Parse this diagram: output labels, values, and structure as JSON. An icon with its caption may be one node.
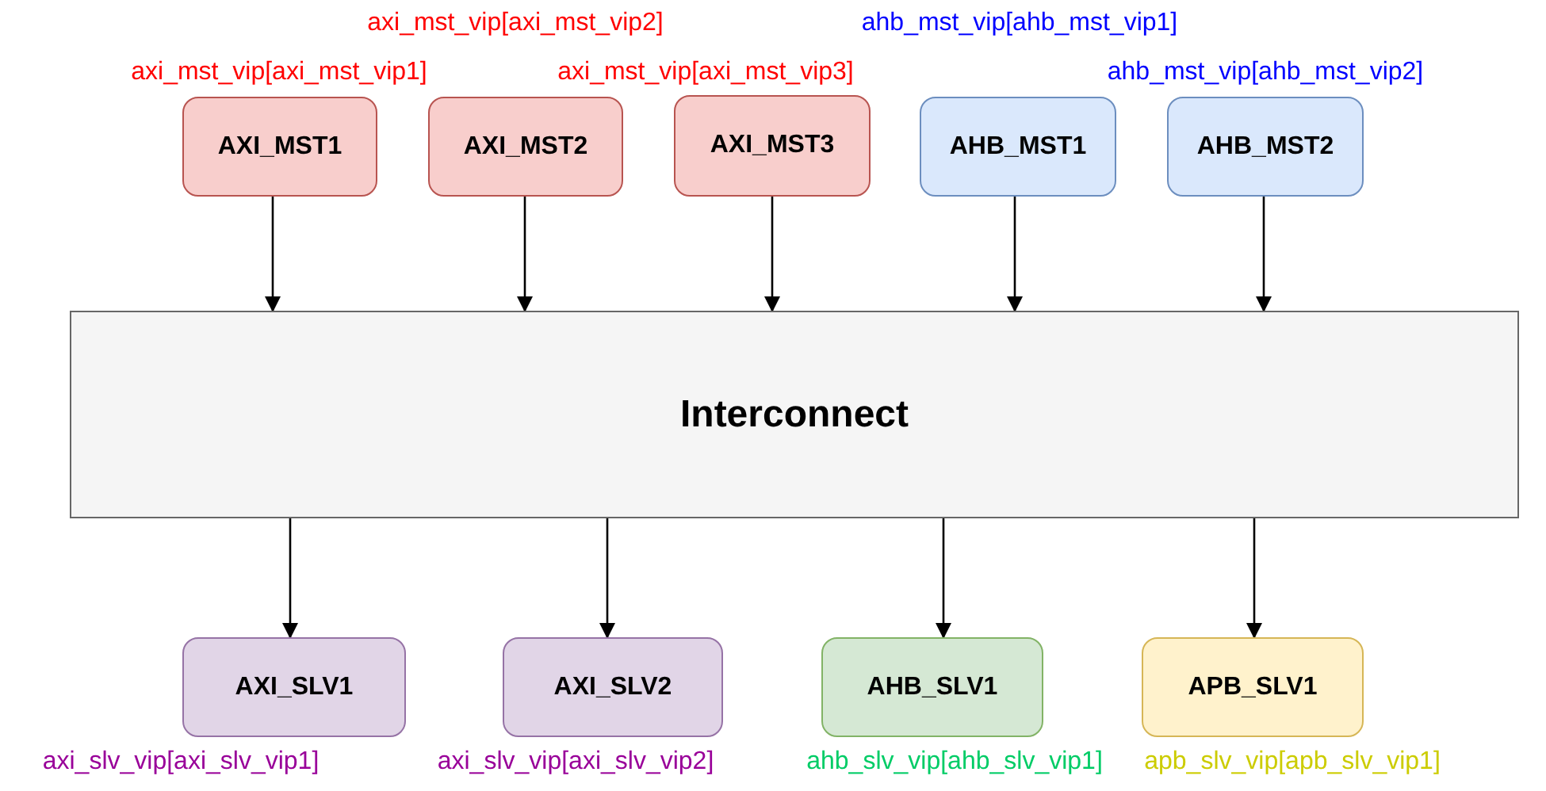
{
  "diagram": {
    "nodes": [
      {
        "text": [
          "AXI_MST1"
        ],
        "beside": [
          "axi_mst_vip[axi_mst_vip1]"
        ]
      },
      {
        "text": [
          "AXI_MST2"
        ],
        "beside": [
          "axi_mst_vip[axi_mst_vip2]"
        ]
      },
      {
        "text": [
          "AXI_MST3"
        ],
        "beside": [
          "axi_mst_vip[axi_mst_vip3]"
        ]
      },
      {
        "text": [
          "AHB_MST1"
        ],
        "beside": [
          "ahb_mst_vip[ahb_mst_vip1]"
        ]
      },
      {
        "text": [
          "AHB_MST2"
        ],
        "beside": [
          "ahb_mst_vip[ahb_mst_vip2]"
        ]
      },
      {
        "text": [
          "Interconnect"
        ]
      },
      {
        "text": [
          "AXI_SLV1"
        ],
        "beside": [
          "axi_slv_vip[axi_slv_vip1]"
        ]
      },
      {
        "text": [
          "AXI_SLV2"
        ],
        "beside": [
          "axi_slv_vip[axi_slv_vip2]"
        ]
      },
      {
        "text": [
          "AHB_SLV1"
        ],
        "beside": [
          "ahb_slv_vip[ahb_slv_vip1]"
        ]
      },
      {
        "text": [
          "APB_SLV1"
        ],
        "beside": [
          "apb_slv_vip[apb_slv_vip1]"
        ]
      }
    ],
    "edges": [
      {
        "from": 0,
        "to": 5,
        "arrow": "to"
      },
      {
        "from": 1,
        "to": 5,
        "arrow": "to"
      },
      {
        "from": 2,
        "to": 5,
        "arrow": "to"
      },
      {
        "from": 3,
        "to": 5,
        "arrow": "to"
      },
      {
        "from": 4,
        "to": 5,
        "arrow": "to"
      },
      {
        "from": 5,
        "to": 6,
        "arrow": "to"
      },
      {
        "from": 5,
        "to": 7,
        "arrow": "to"
      },
      {
        "from": 5,
        "to": 8,
        "arrow": "to"
      },
      {
        "from": 5,
        "to": 9,
        "arrow": "to"
      }
    ]
  }
}
